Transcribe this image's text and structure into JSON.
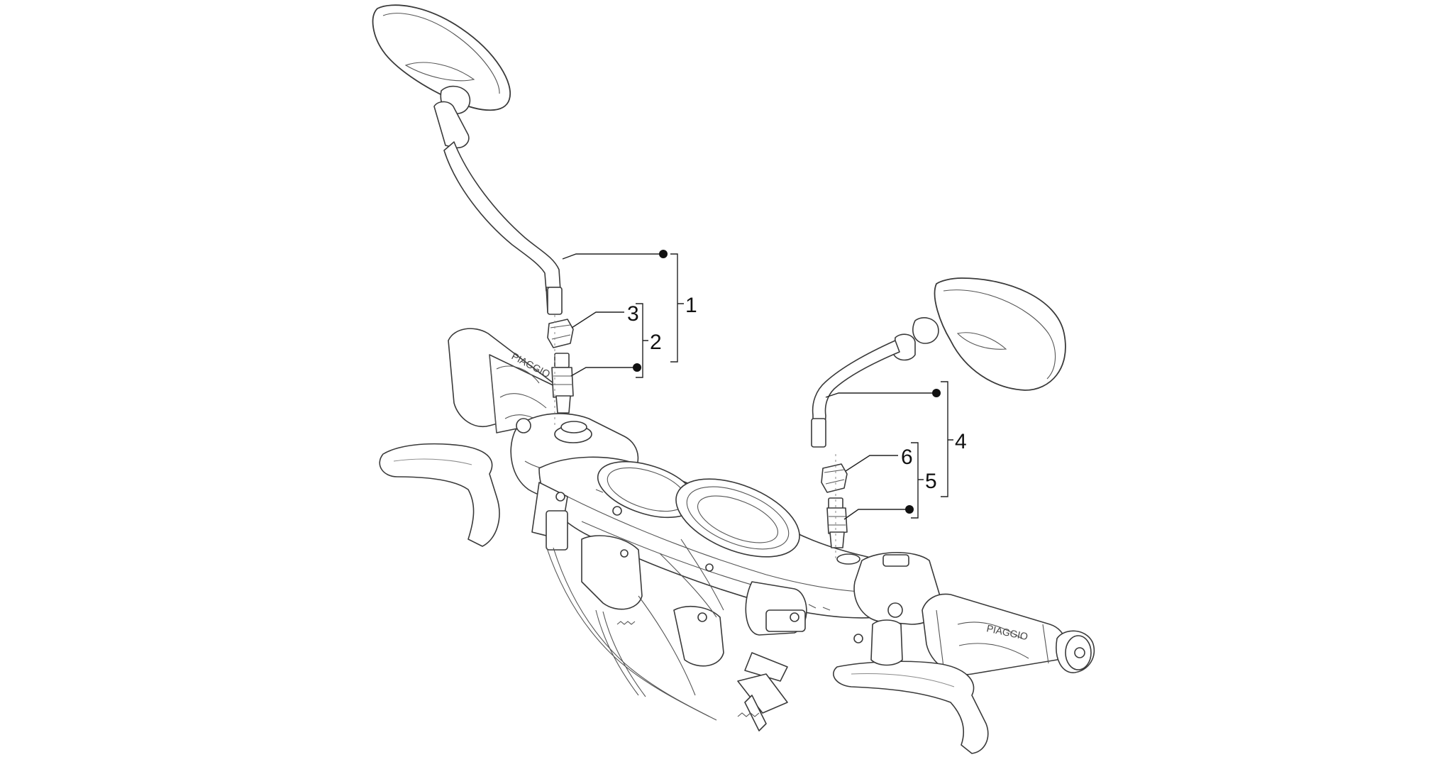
{
  "callouts": [
    {
      "id": "1",
      "label": "1"
    },
    {
      "id": "2",
      "label": "2"
    },
    {
      "id": "3",
      "label": "3"
    },
    {
      "id": "4",
      "label": "4"
    },
    {
      "id": "5",
      "label": "5"
    },
    {
      "id": "6",
      "label": "6"
    }
  ],
  "grip_brand_text": "PIAGGIO"
}
